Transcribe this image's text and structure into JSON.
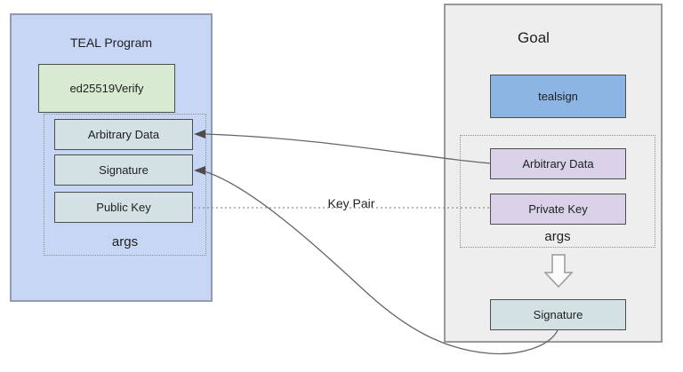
{
  "diagram": {
    "left_panel": {
      "title": "TEAL Program",
      "function_box": "ed25519Verify",
      "args": {
        "label": "args",
        "items": [
          "Arbitrary Data",
          "Signature",
          "Public Key"
        ]
      }
    },
    "right_panel": {
      "title": "Goal",
      "function_box": "tealsign",
      "args": {
        "label": "args",
        "items": [
          "Arbitrary Data",
          "Private Key"
        ]
      },
      "output_box": "Signature"
    },
    "key_pair_label": "Key Pair"
  },
  "colors": {
    "left_panel_bg": "#c7d6f4",
    "left_panel_border": "#919cb0",
    "right_panel_bg": "#eeeeee",
    "right_panel_border": "#999999",
    "verify_box_bg": "#d9ead3",
    "teal_box_bg": "#d3e0e4",
    "lavender_box_bg": "#d9d2e9",
    "tealsign_box_bg": "#8cb5e3",
    "box_border": "#4d4d4d",
    "dotted_border": "#8f8f8f",
    "connector": "#666666",
    "text": "#1f1f1f"
  }
}
